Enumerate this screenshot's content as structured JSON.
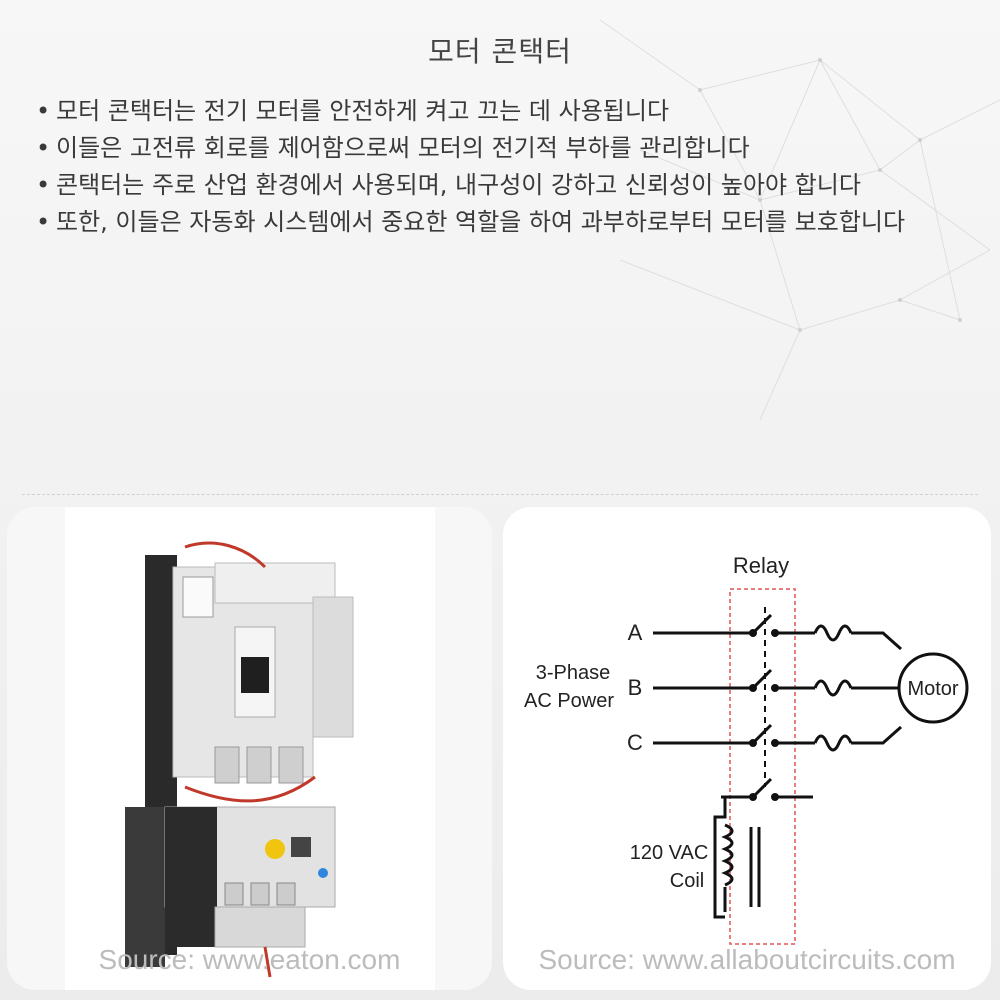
{
  "header": {
    "title": "모터 콘택터"
  },
  "bullets": [
    "모터 콘택터는 전기 모터를 안전하게 켜고 끄는 데 사용됩니다",
    "이들은 고전류 회로를 제어함으로써 모터의 전기적 부하를 관리합니다",
    "콘택터는 주로 산업 환경에서 사용되며, 내구성이 강하고 신뢰성이 높아야 합니다",
    "또한, 이들은 자동화 시스템에서 중요한 역할을 하여 과부하로부터 모터를 보호합니다"
  ],
  "left_panel": {
    "image": "motor-contactor-photo",
    "source": "Source: www.eaton.com"
  },
  "right_panel": {
    "image": "motor-contactor-wiring-diagram",
    "source": "Source: www.allaboutcircuits.com",
    "diagram": {
      "relay_label": "Relay",
      "phase_a": "A",
      "phase_b": "B",
      "phase_c": "C",
      "power_line1": "3-Phase",
      "power_line2": "AC Power",
      "motor_label": "Motor",
      "coil_line1": "120 VAC",
      "coil_line2": "Coil"
    }
  },
  "colors": {
    "relay_box": "#e05555",
    "title_text": "#444444"
  }
}
